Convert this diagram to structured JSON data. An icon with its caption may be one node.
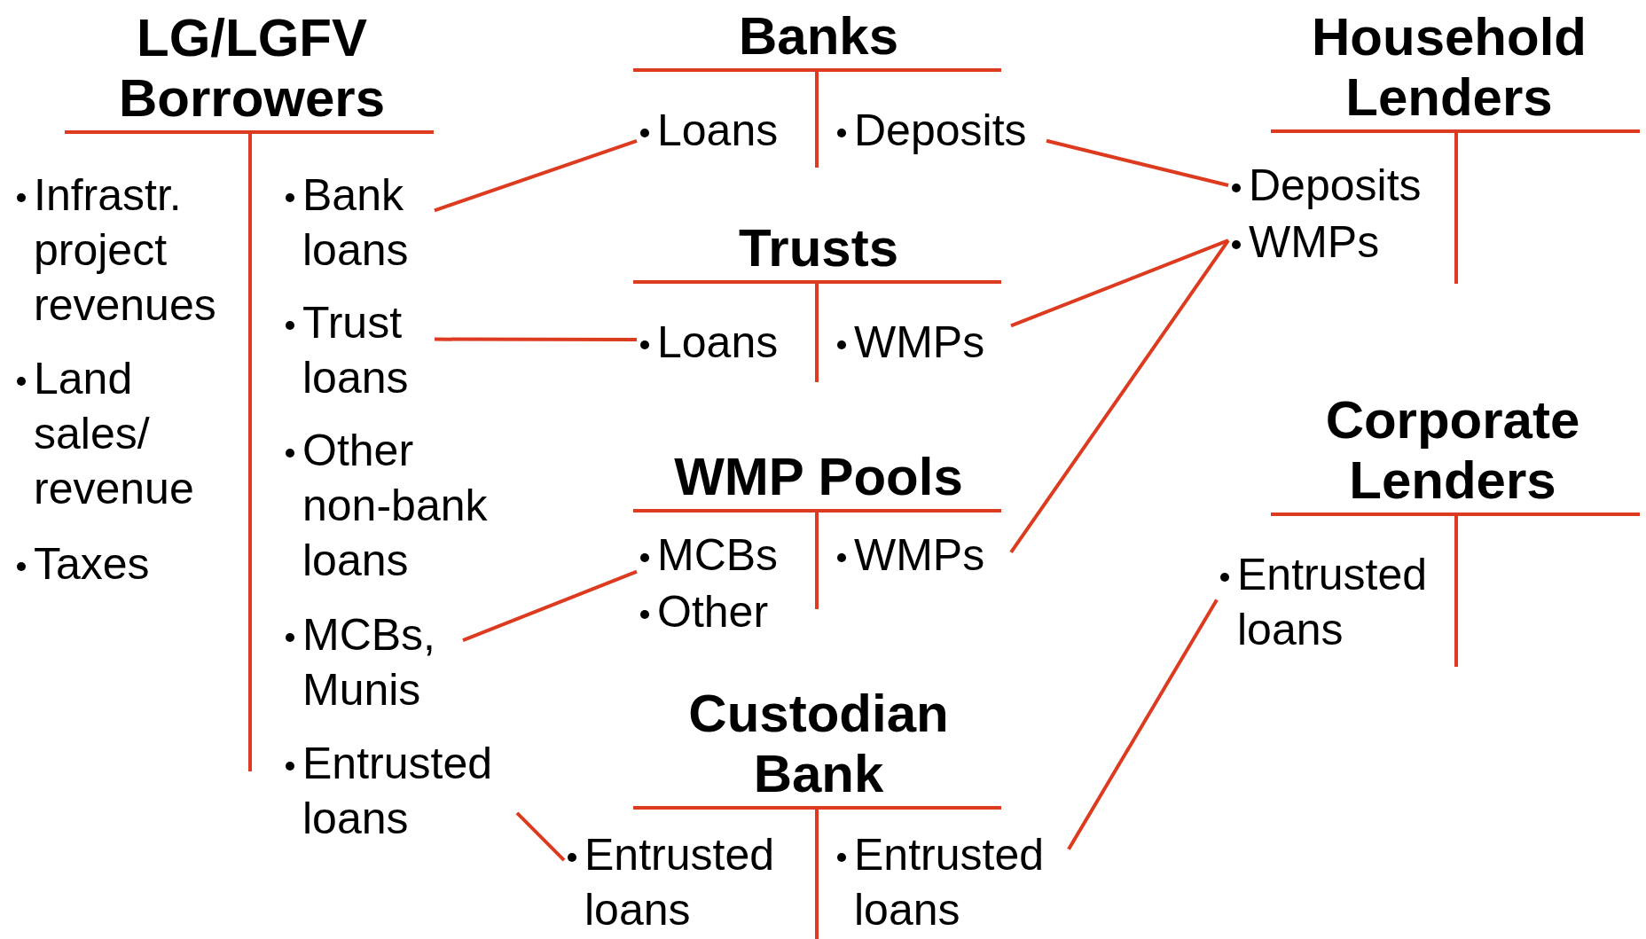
{
  "diagram": {
    "nodes": [
      {
        "text": [
          "LG/LGFV Borrowers"
        ]
      },
      {
        "text": [
          "Infrastr. project revenues"
        ],
        "in": 0
      },
      {
        "text": [
          "Land sales/ revenue"
        ],
        "in": 0
      },
      {
        "text": [
          "Taxes"
        ],
        "in": 0
      },
      {
        "text": [
          "Bank loans"
        ],
        "in": 0
      },
      {
        "text": [
          "Trust loans"
        ],
        "in": 0
      },
      {
        "text": [
          "Other non-bank loans"
        ],
        "in": 0
      },
      {
        "text": [
          "MCBs, Munis"
        ],
        "in": 0
      },
      {
        "text": [
          "Entrusted loans"
        ],
        "in": 0
      },
      {
        "text": [
          "Banks"
        ]
      },
      {
        "text": [
          "Loans"
        ],
        "in": 9
      },
      {
        "text": [
          "Deposits"
        ],
        "in": 9
      },
      {
        "text": [
          "Trusts"
        ]
      },
      {
        "text": [
          "Loans"
        ],
        "in": 12
      },
      {
        "text": [
          "WMPs"
        ],
        "in": 12
      },
      {
        "text": [
          "WMP Pools"
        ]
      },
      {
        "text": [
          "MCBs"
        ],
        "in": 15
      },
      {
        "text": [
          "Other"
        ],
        "in": 15
      },
      {
        "text": [
          "WMPs"
        ],
        "in": 15
      },
      {
        "text": [
          "Custodian Bank"
        ]
      },
      {
        "text": [
          "Entrusted loans"
        ],
        "in": 19
      },
      {
        "text": [
          "Entrusted loans"
        ],
        "in": 19
      },
      {
        "text": [
          "Household Lenders"
        ]
      },
      {
        "text": [
          "Deposits"
        ],
        "in": 22
      },
      {
        "text": [
          "WMPs"
        ],
        "in": 22
      },
      {
        "text": [
          "Corporate Lenders"
        ]
      },
      {
        "text": [
          "Entrusted loans"
        ],
        "in": 25
      }
    ],
    "edges": [
      {
        "from": 4,
        "to": 10,
        "arrow": "none"
      },
      {
        "from": 5,
        "to": 13,
        "arrow": "none"
      },
      {
        "from": 7,
        "to": 16,
        "arrow": "none"
      },
      {
        "from": 8,
        "to": 20,
        "arrow": "none"
      },
      {
        "from": 11,
        "to": 23,
        "arrow": "none"
      },
      {
        "from": 14,
        "to": 24,
        "arrow": "none"
      },
      {
        "from": 18,
        "to": 24,
        "arrow": "none"
      },
      {
        "from": 21,
        "to": 26,
        "arrow": "none"
      }
    ]
  }
}
